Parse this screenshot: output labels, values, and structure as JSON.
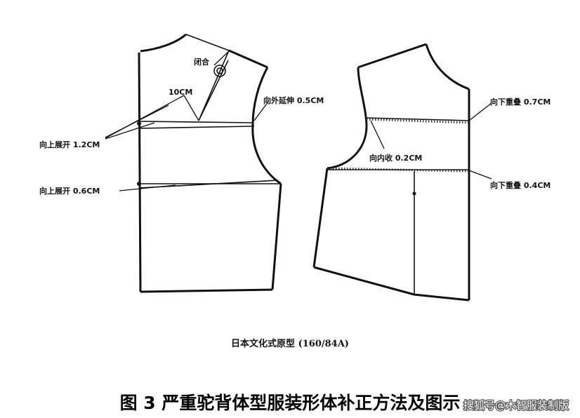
{
  "labels": {
    "closing": "闭合",
    "dart_length": "10CM",
    "shoulder_extend": "向外延伸 0.5CM",
    "open_up_1": "向上展开 1.2CM",
    "open_up_2": "向上展开 0.6CM",
    "overlap_down_1": "向下重叠 0.7CM",
    "inward": "向内收 0.2CM",
    "overlap_down_2": "向下重叠 0.4CM"
  },
  "subtitle": "日本文化式原型 (160/84A)",
  "figure_title": "图 3 严重驼背体型服装形体补正方法及图示",
  "watermark": "搜狐号@木智服装制版",
  "colors": {
    "ink": "#111111",
    "background": "#ffffff"
  }
}
